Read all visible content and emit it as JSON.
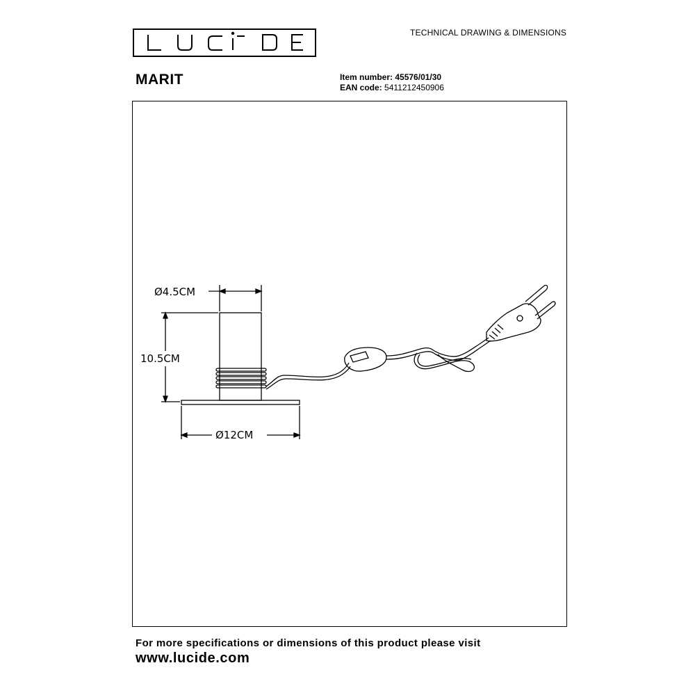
{
  "header": {
    "logo_text": "LUCIDE",
    "caption": "TECHNICAL DRAWING & DIMENSIONS"
  },
  "product": {
    "name": "MARIT",
    "item_label": "Item number:",
    "item_value": "45576/01/30",
    "ean_label": "EAN code:",
    "ean_value": "5411212450906"
  },
  "dimensions": {
    "top_diameter": "Ø4.5CM",
    "height": "10.5CM",
    "base_diameter": "Ø12CM"
  },
  "footer": {
    "text": "For more specifications or dimensions of this product please visit",
    "url": "www.lucide.com"
  }
}
